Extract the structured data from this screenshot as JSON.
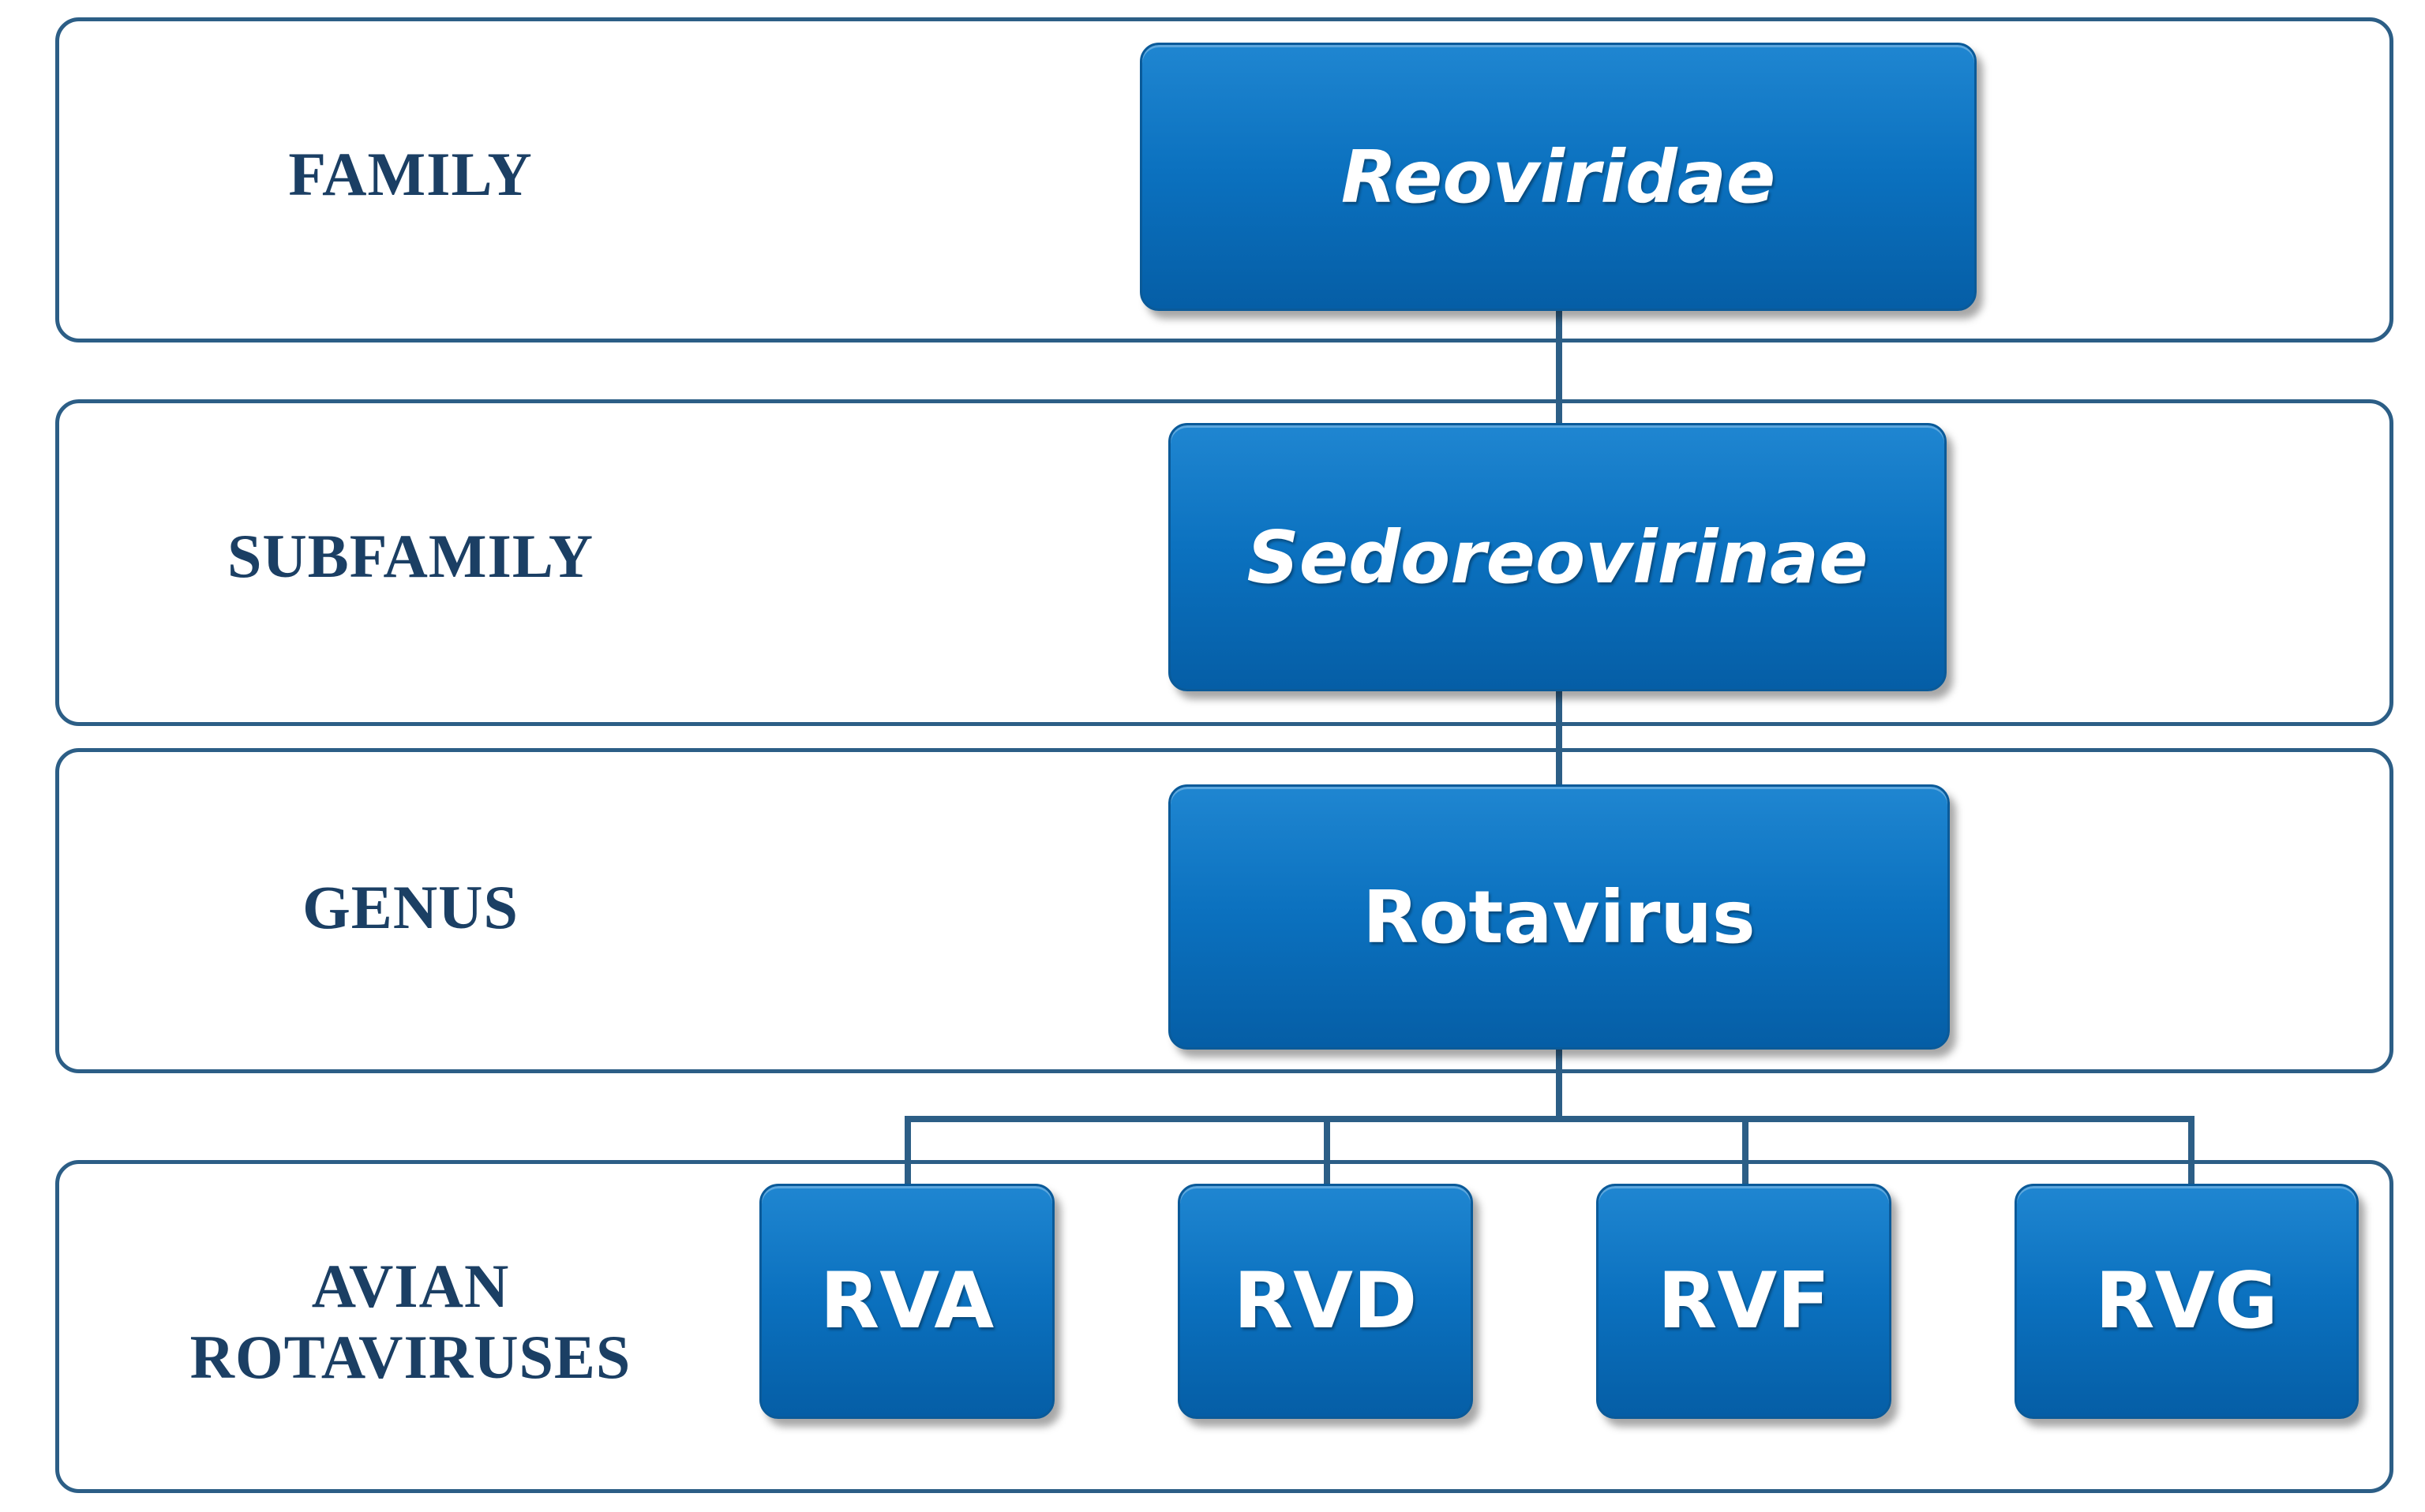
{
  "rows": [
    {
      "label": "FAMILY"
    },
    {
      "label": "SUBFAMILY"
    },
    {
      "label": "GENUS"
    },
    {
      "label": "AVIAN\nROTAVIRUSES"
    }
  ],
  "nodes": {
    "family": "Reoviridae",
    "subfamily": "Sedoreovirinae",
    "genus": "Rotavirus",
    "species": [
      "RVA",
      "RVD",
      "RVF",
      "RVG"
    ]
  },
  "colors": {
    "node_fill": "#0b71bf",
    "panel_border": "#2c5e86",
    "label_text": "#1b3f64"
  }
}
